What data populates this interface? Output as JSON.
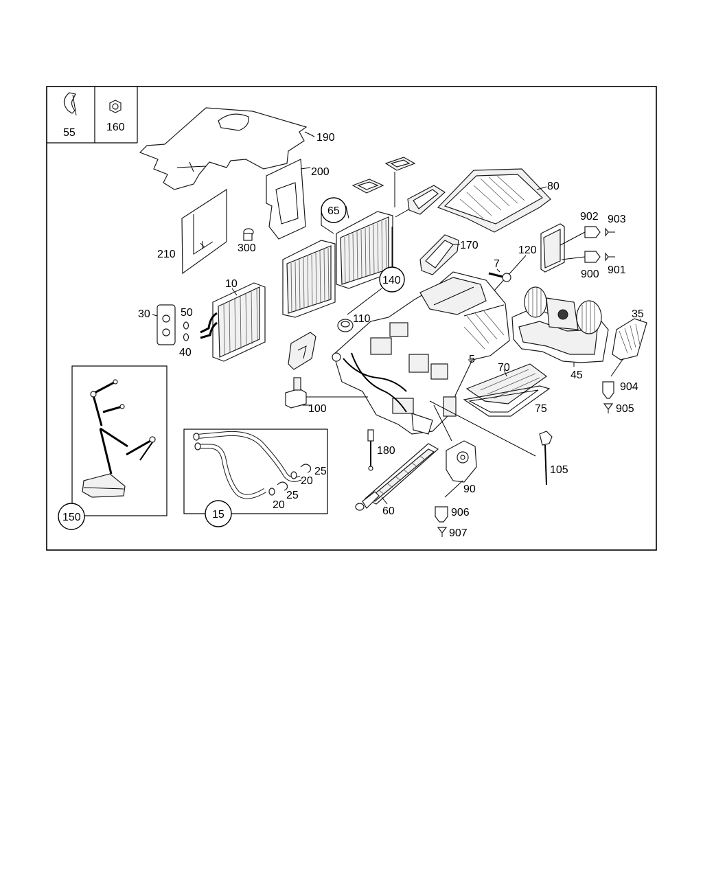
{
  "callouts": {
    "p55": "55",
    "p160": "160",
    "p190": "190",
    "p200": "200",
    "p65": "65",
    "p80": "80",
    "p902": "902",
    "p903": "903",
    "p210": "210",
    "p300": "300",
    "p170": "170",
    "p120": "120",
    "p900": "900",
    "p901": "901",
    "p7": "7",
    "p140": "140",
    "p10": "10",
    "p30": "30",
    "p50": "50",
    "p40": "40",
    "p110": "110",
    "p5": "5",
    "p35": "35",
    "p70": "70",
    "p45": "45",
    "p904": "904",
    "p905": "905",
    "p100": "100",
    "p75": "75",
    "p180": "180",
    "p105": "105",
    "p150": "150",
    "p25a": "25",
    "p20a": "20",
    "p25b": "25",
    "p20b": "20",
    "p15": "15",
    "p90": "90",
    "p60": "60",
    "p906": "906",
    "p907": "907"
  }
}
